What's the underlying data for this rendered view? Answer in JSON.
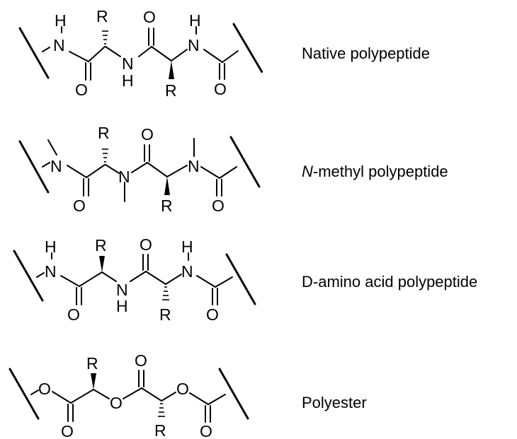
{
  "structures": [
    {
      "id": "native",
      "caption_main": "Native polypeptide",
      "caption_italic": "",
      "atoms": {
        "h1": "H",
        "n1": "N",
        "r1": "R",
        "o_top": "O",
        "h2": "H",
        "n2": "N",
        "o1": "O",
        "n_mid": "N",
        "h_mid": "H",
        "r2": "R",
        "o2": "O"
      }
    },
    {
      "id": "n-methyl",
      "caption_main": "-methyl polypeptide",
      "caption_italic": "N",
      "atoms": {
        "n1": "N",
        "r1": "R",
        "n_mid": "N",
        "o_top": "O",
        "n2": "N",
        "o1": "O",
        "r2": "R",
        "o2": "O"
      }
    },
    {
      "id": "d-amino",
      "caption_main": "D-amino acid polypeptide",
      "caption_italic": "",
      "atoms": {
        "h1": "H",
        "n1": "N",
        "r1": "R",
        "o_top": "O",
        "h2": "H",
        "n2": "N",
        "n_mid": "N",
        "h_mid": "H",
        "o1": "O",
        "r2": "R",
        "o2": "O"
      }
    },
    {
      "id": "polyester",
      "caption_main": "Polyester",
      "caption_italic": "",
      "atoms": {
        "o_left": "O",
        "r1": "R",
        "o_top": "O",
        "o_mid": "O",
        "o_right": "O",
        "o1": "O",
        "r2": "R",
        "o2": "O"
      }
    }
  ]
}
